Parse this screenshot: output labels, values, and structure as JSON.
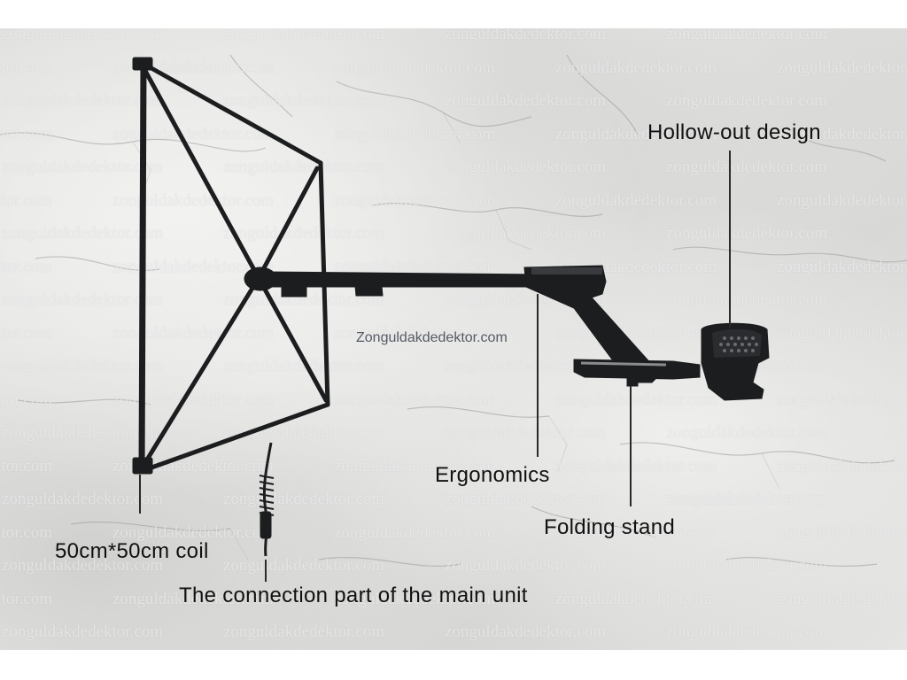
{
  "watermark": {
    "text": "zonguldakdedektor.com"
  },
  "center_watermark": "Zonguldakdedektor.com",
  "labels": {
    "hollow_out": "Hollow-out design",
    "ergonomics": "Ergonomics",
    "folding_stand": "Folding stand",
    "coil": "50cm*50cm coil",
    "connection": "The connection part of the main unit"
  },
  "colors": {
    "product": "#1c1d1f",
    "label_text": "#111111",
    "leader_line": "#2a2a2a"
  }
}
